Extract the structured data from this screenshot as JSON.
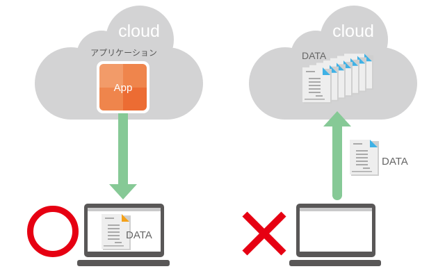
{
  "colors": {
    "cloud": "#d3d3d4",
    "arrow": "#86c996",
    "app_light": "#f29b69",
    "app_mid": "#ef854c",
    "app_dark": "#ec6c33",
    "laptop": "#595757",
    "screen_bar": "#c9c9ca",
    "doc_paper": "#eeeeee",
    "doc_lines": "#a9a9a9",
    "doc_fold_blue": "#3fb1e5",
    "doc_fold_orange": "#f3a11a",
    "ok_mark": "#e60012",
    "ng_mark": "#e60012"
  },
  "left_panel": {
    "cloud_label": "cloud",
    "app_caption": "アプリケーション",
    "app_icon_label": "App",
    "arrow_direction": "down",
    "laptop_doc_label": "DATA",
    "verdict": "correct",
    "verdict_icon": "circle-icon"
  },
  "right_panel": {
    "cloud_label": "cloud",
    "cloud_data_label": "DATA",
    "stacked_documents": 7,
    "arrow_direction": "up",
    "transfer_doc_label": "DATA",
    "verdict": "incorrect",
    "verdict_icon": "cross-icon"
  }
}
